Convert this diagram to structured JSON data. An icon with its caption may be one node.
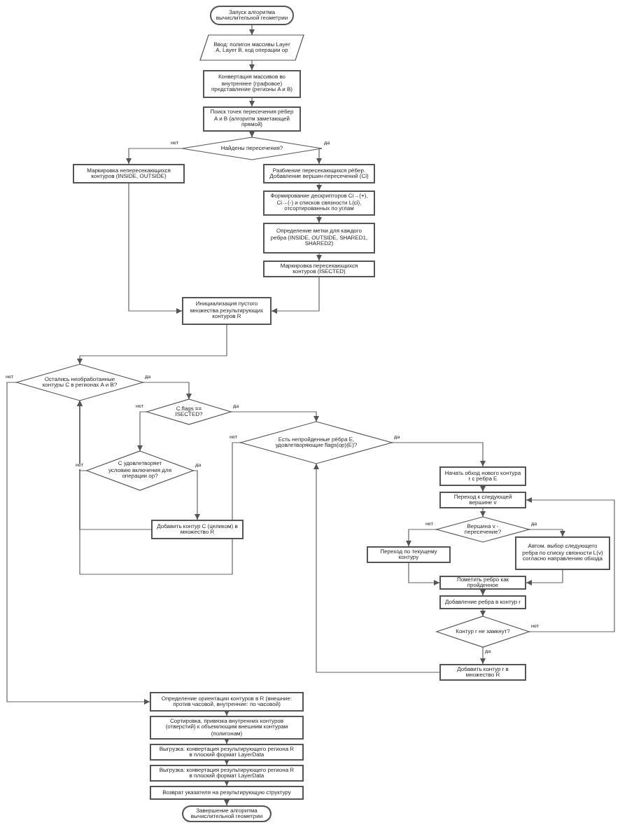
{
  "diagram": {
    "nodes": [
      {
        "text": [
          "Запуск алгоритма вычислительной геометрии"
        ]
      },
      {
        "text": [
          "Ввод: полигон массивы Layer A, Layer B, код операции op"
        ]
      },
      {
        "text": [
          "Конвертация массивов во внутреннее (графовое) представление (регионы A и B)"
        ]
      },
      {
        "text": [
          "Поиск точек пересечения рёбер A и B (алгоритм заметающей прямой)"
        ]
      },
      {
        "text": [
          "Найдены пересечения?"
        ]
      },
      {
        "text": [
          "Маркировка непересекающихся контуров (INSIDE, OUTSIDE)"
        ]
      },
      {
        "text": [
          "Разбиение пересекающихся рёбер. Добавление вершин-пересечений (Ci)"
        ]
      },
      {
        "text": [
          "Формирование дескрипторов Ci→(+), Ci→(-) и списков связности L(ci), отсортированных по углам"
        ]
      },
      {
        "text": [
          "Определение метки для каждого ребра (INSIDE, OUTSIDE, SHARED1, SHARED2)"
        ]
      },
      {
        "text": [
          "Маркировка пересекающихся контуров (ISECTED)"
        ]
      },
      {
        "text": [
          "Инициализация пустого множества результирующих контуров R"
        ]
      },
      {
        "text": [
          "Остались необработанные контуры C в регионах A и B?"
        ]
      },
      {
        "text": [
          "C.flags == ISECTED?"
        ]
      },
      {
        "text": [
          "C удовлетворяет условию включения для операции op?"
        ]
      },
      {
        "text": [
          "Добавить контур C (целиком) в множество R"
        ]
      },
      {
        "text": [
          "Есть непройденные рёбра E, удовлетворяющие flags(op)(E)?"
        ]
      },
      {
        "text": [
          "Начать обход нового контура r с ребра E"
        ]
      },
      {
        "text": [
          "Переход к следующей вершине v"
        ]
      },
      {
        "text": [
          "Вершина v - пересечение?"
        ]
      },
      {
        "text": [
          "Переход по текущему контуру"
        ]
      },
      {
        "text": [
          "Автом. выбор следующего ребра по списку связности L(v) согласно направлению обхода"
        ]
      },
      {
        "text": [
          "Пометить ребро как пройденное"
        ]
      },
      {
        "text": [
          "Добавление ребра в контур r"
        ]
      },
      {
        "text": [
          "Контур r не замкнут?"
        ]
      },
      {
        "text": [
          "Добавить контур r в множество R"
        ]
      },
      {
        "text": [
          "Определение ориентации контуров в R (внешние: против часовой, внутренние: по часовой)"
        ]
      },
      {
        "text": [
          "Сортировка, привязка внутренних контуров (отверстий) к объемлющим внешним контурам (полигонам)"
        ]
      },
      {
        "text": [
          "Выгрузка: конвертация результирующего региона R в плоский формат LayerData"
        ]
      },
      {
        "text": [
          "Выгрузка: конвертация результирующего региона R в плоский формат LayerData"
        ]
      },
      {
        "text": [
          "Возврат указателя на результирующую структуру"
        ]
      },
      {
        "text": [
          "Завершение алгоритма вычислительной геометрии"
        ]
      }
    ],
    "edges": [
      {
        "from": 0,
        "to": 1,
        "arrow": "to"
      },
      {
        "from": 1,
        "to": 2,
        "arrow": "to"
      },
      {
        "from": 2,
        "to": 3,
        "arrow": "to"
      },
      {
        "from": 3,
        "to": 4,
        "arrow": "to"
      },
      {
        "from": 4,
        "to": 5,
        "arrow": "to",
        "label": "нет"
      },
      {
        "from": 4,
        "to": 6,
        "arrow": "to",
        "label": "да"
      },
      {
        "from": 6,
        "to": 7,
        "arrow": "to"
      },
      {
        "from": 7,
        "to": 8,
        "arrow": "to"
      },
      {
        "from": 8,
        "to": 9,
        "arrow": "to"
      },
      {
        "from": 5,
        "to": 10,
        "arrow": "to"
      },
      {
        "from": 9,
        "to": 10,
        "arrow": "to"
      },
      {
        "from": 10,
        "to": 11,
        "arrow": "to"
      },
      {
        "from": 11,
        "to": 12,
        "arrow": "to",
        "label": "да"
      },
      {
        "from": 11,
        "to": 25,
        "arrow": "to",
        "label": "нет"
      },
      {
        "from": 12,
        "to": 13,
        "arrow": "to",
        "label": "нет"
      },
      {
        "from": 12,
        "to": 15,
        "arrow": "to",
        "label": "да"
      },
      {
        "from": 13,
        "to": 14,
        "arrow": "to",
        "label": "да"
      },
      {
        "from": 13,
        "to": 11,
        "arrow": "to",
        "label": "нет"
      },
      {
        "from": 14,
        "to": 11,
        "arrow": "to"
      },
      {
        "from": 15,
        "to": 11,
        "arrow": "to",
        "label": "нет"
      },
      {
        "from": 15,
        "to": 16,
        "arrow": "to",
        "label": "да"
      },
      {
        "from": 16,
        "to": 17,
        "arrow": "to"
      },
      {
        "from": 17,
        "to": 18,
        "arrow": "to"
      },
      {
        "from": 18,
        "to": 19,
        "arrow": "to",
        "label": "нет"
      },
      {
        "from": 18,
        "to": 20,
        "arrow": "to",
        "label": "да"
      },
      {
        "from": 19,
        "to": 21,
        "arrow": "to"
      },
      {
        "from": 20,
        "to": 21,
        "arrow": "to"
      },
      {
        "from": 21,
        "to": 22,
        "arrow": "to"
      },
      {
        "from": 22,
        "to": 23,
        "arrow": "to"
      },
      {
        "from": 23,
        "to": 17,
        "arrow": "to",
        "label": "нет"
      },
      {
        "from": 23,
        "to": 24,
        "arrow": "to",
        "label": "да"
      },
      {
        "from": 24,
        "to": 15,
        "arrow": "to"
      },
      {
        "from": 25,
        "to": 26,
        "arrow": "to"
      },
      {
        "from": 26,
        "to": 27,
        "arrow": "to"
      },
      {
        "from": 27,
        "to": 28,
        "arrow": "to"
      },
      {
        "from": 28,
        "to": 29,
        "arrow": "to"
      },
      {
        "from": 29,
        "to": 30,
        "arrow": "to"
      }
    ]
  }
}
